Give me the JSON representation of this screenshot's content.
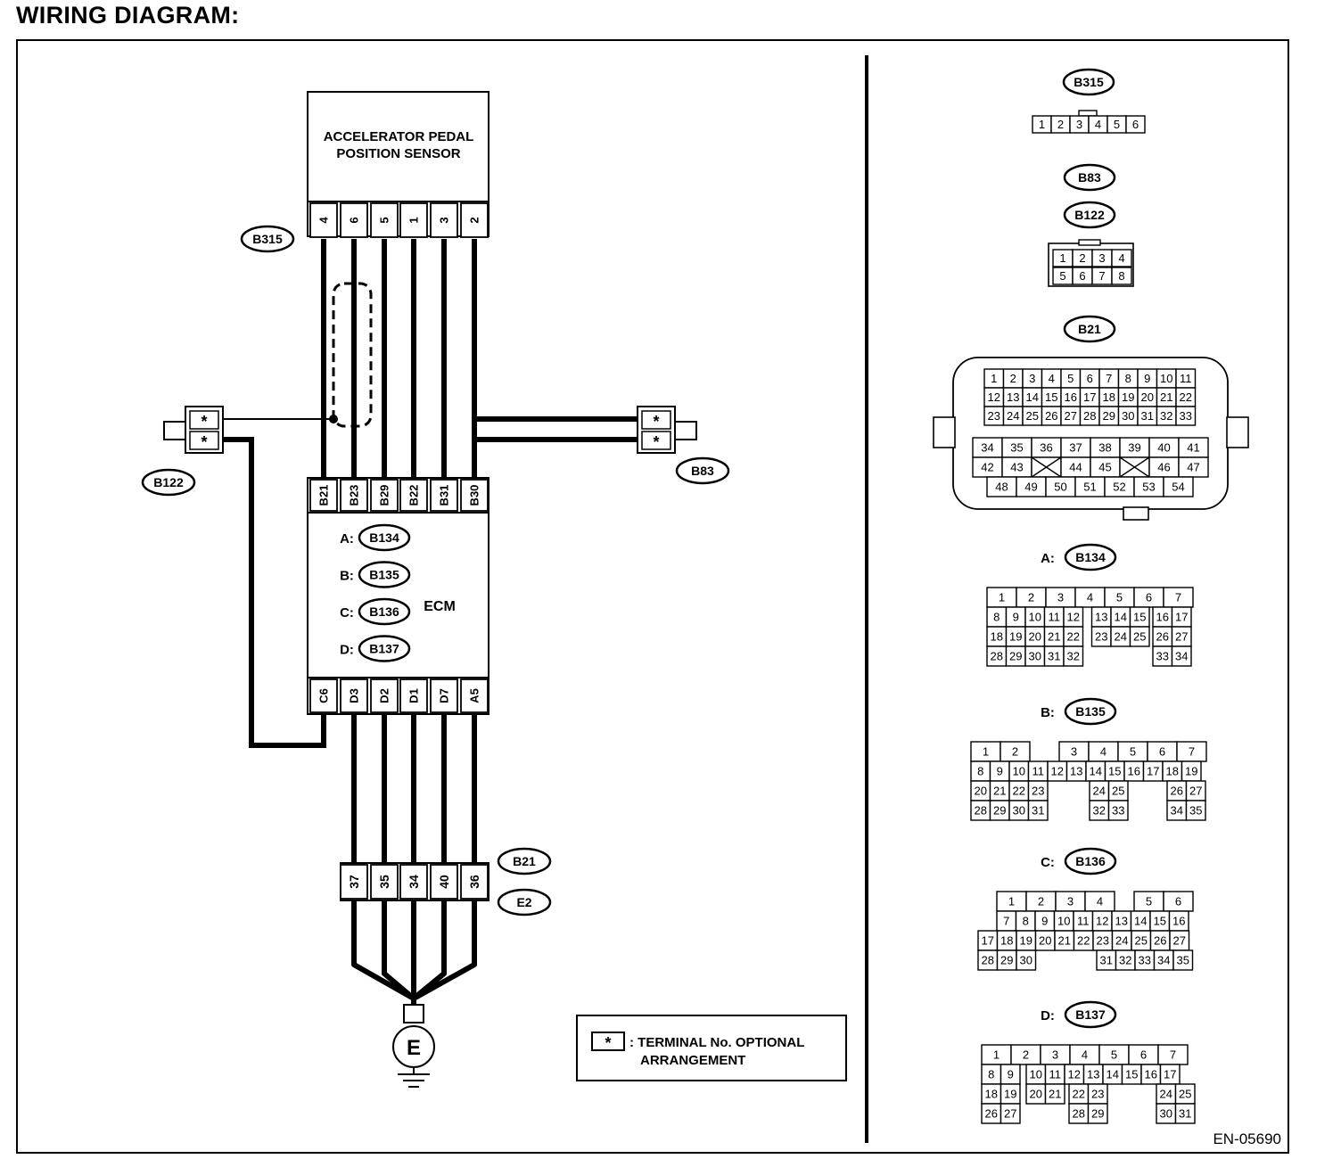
{
  "title": "WIRING DIAGRAM:",
  "figure_code": "EN-05690",
  "sensor": {
    "line1": "ACCELERATOR PEDAL",
    "line2": "POSITION SENSOR",
    "pins": [
      "4",
      "6",
      "5",
      "1",
      "3",
      "2"
    ]
  },
  "connector_tags": {
    "sensor": "B315",
    "left_joint": "B122",
    "right_joint": "B83",
    "ground_upper": "B21",
    "ground_lower": "E2"
  },
  "joint_mark": "*",
  "ecm": {
    "label": "ECM",
    "top_pins": [
      "B21",
      "B23",
      "B29",
      "B22",
      "B31",
      "B30"
    ],
    "bottom_pins": [
      "C6",
      "D3",
      "D2",
      "D1",
      "D7",
      "A5"
    ],
    "connectors": [
      {
        "letter": "A:",
        "tag": "B134"
      },
      {
        "letter": "B:",
        "tag": "B135"
      },
      {
        "letter": "C:",
        "tag": "B136"
      },
      {
        "letter": "D:",
        "tag": "B137"
      }
    ]
  },
  "ground_pins": [
    "37",
    "35",
    "34",
    "40",
    "36"
  ],
  "ground_symbol": "E",
  "legend": {
    "symbol": "*",
    "line1": ": TERMINAL No. OPTIONAL",
    "line2": "ARRANGEMENT"
  },
  "connector_views": {
    "B315": {
      "tag": "B315",
      "pins": [
        "1",
        "2",
        "3",
        "4",
        "5",
        "6"
      ]
    },
    "B83_B122": {
      "tags": [
        "B83",
        "B122"
      ],
      "rows": [
        [
          "1",
          "2",
          "3",
          "4"
        ],
        [
          "5",
          "6",
          "7",
          "8"
        ]
      ]
    },
    "B21": {
      "tag": "B21",
      "upper_rows": [
        [
          "1",
          "2",
          "3",
          "4",
          "5",
          "6",
          "7",
          "8",
          "9",
          "10",
          "11"
        ],
        [
          "12",
          "13",
          "14",
          "15",
          "16",
          "17",
          "18",
          "19",
          "20",
          "21",
          "22"
        ],
        [
          "23",
          "24",
          "25",
          "26",
          "27",
          "28",
          "29",
          "30",
          "31",
          "32",
          "33"
        ]
      ],
      "lower_rows": [
        [
          "34",
          "35",
          "36",
          "37",
          "38",
          "39",
          "40",
          "41"
        ],
        [
          "42",
          "43",
          "",
          "44",
          "45",
          "",
          "46",
          "47"
        ],
        [
          "48",
          "49",
          "50",
          "51",
          "52",
          "53",
          "54"
        ]
      ]
    },
    "B134": {
      "letter": "A:",
      "tag": "B134",
      "rows": [
        [
          "1",
          "2",
          "3",
          "4",
          "5",
          "6",
          "7"
        ],
        [
          "8",
          "9",
          "10",
          "11",
          "12",
          "13",
          "14",
          "15",
          "16",
          "17"
        ],
        [
          "18",
          "19",
          "20",
          "21",
          "22",
          "23",
          "24",
          "25",
          "26",
          "27"
        ],
        [
          "28",
          "29",
          "30",
          "31",
          "32",
          "33",
          "34"
        ]
      ]
    },
    "B135": {
      "letter": "B:",
      "tag": "B135",
      "rows": [
        [
          "1",
          "2",
          "3",
          "4",
          "5",
          "6",
          "7"
        ],
        [
          "8",
          "9",
          "10",
          "11",
          "12",
          "13",
          "14",
          "15",
          "16",
          "17",
          "18",
          "19"
        ],
        [
          "20",
          "21",
          "22",
          "23",
          "24",
          "25",
          "26",
          "27"
        ],
        [
          "28",
          "29",
          "30",
          "31",
          "32",
          "33",
          "34",
          "35"
        ]
      ]
    },
    "B136": {
      "letter": "C:",
      "tag": "B136",
      "rows": [
        [
          "1",
          "2",
          "3",
          "4",
          "5",
          "6"
        ],
        [
          "7",
          "8",
          "9",
          "10",
          "11",
          "12",
          "13",
          "14",
          "15",
          "16"
        ],
        [
          "17",
          "18",
          "19",
          "20",
          "21",
          "22",
          "23",
          "24",
          "25",
          "26",
          "27"
        ],
        [
          "28",
          "29",
          "30",
          "31",
          "32",
          "33",
          "34",
          "35"
        ]
      ]
    },
    "B137": {
      "letter": "D:",
      "tag": "B137",
      "rows": [
        [
          "1",
          "2",
          "3",
          "4",
          "5",
          "6",
          "7"
        ],
        [
          "8",
          "9",
          "10",
          "11",
          "12",
          "13",
          "14",
          "15",
          "16",
          "17"
        ],
        [
          "18",
          "19",
          "20",
          "21",
          "22",
          "23",
          "24",
          "25"
        ],
        [
          "26",
          "27",
          "28",
          "29",
          "30",
          "31"
        ]
      ]
    }
  }
}
